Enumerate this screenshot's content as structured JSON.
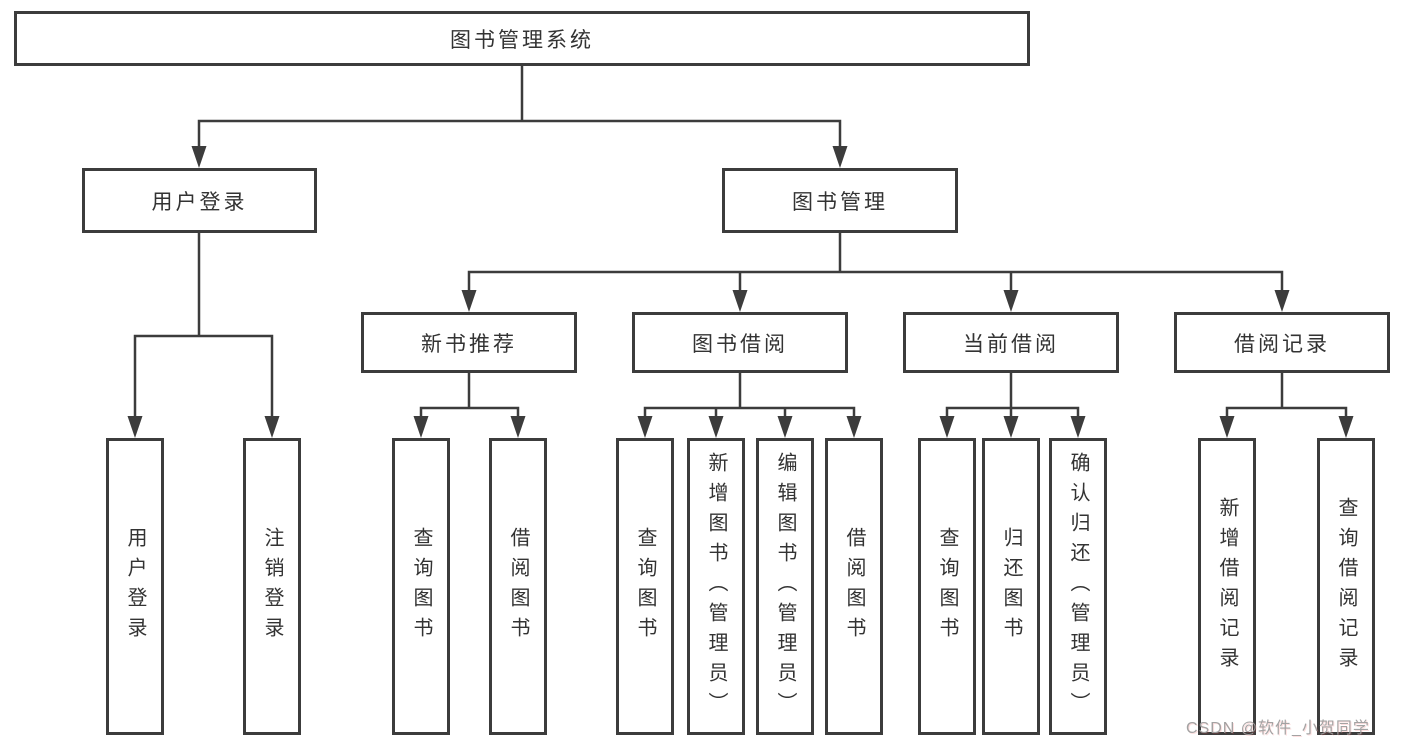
{
  "tree": {
    "label": "图书管理系统",
    "children": [
      {
        "label": "用户登录",
        "children": [
          {
            "label": "用户登录"
          },
          {
            "label": "注销登录"
          }
        ]
      },
      {
        "label": "图书管理",
        "children": [
          {
            "label": "新书推荐",
            "children": [
              {
                "label": "查询图书"
              },
              {
                "label": "借阅图书"
              }
            ]
          },
          {
            "label": "图书借阅",
            "children": [
              {
                "label": "查询图书"
              },
              {
                "label": "新增图书（管理员）"
              },
              {
                "label": "编辑图书（管理员）"
              },
              {
                "label": "借阅图书"
              }
            ]
          },
          {
            "label": "当前借阅",
            "children": [
              {
                "label": "查询图书"
              },
              {
                "label": "归还图书"
              },
              {
                "label": "确认归还（管理员）"
              }
            ]
          },
          {
            "label": "借阅记录",
            "children": [
              {
                "label": "新增借阅记录"
              },
              {
                "label": "查询借阅记录"
              }
            ]
          }
        ]
      }
    ]
  },
  "watermark": {
    "text": "CSDN @软件_小贺同学"
  },
  "colors": {
    "line": "#3c3c3c",
    "text": "#333333",
    "watermark": "#9e9e9e",
    "background": "#ffffff"
  }
}
